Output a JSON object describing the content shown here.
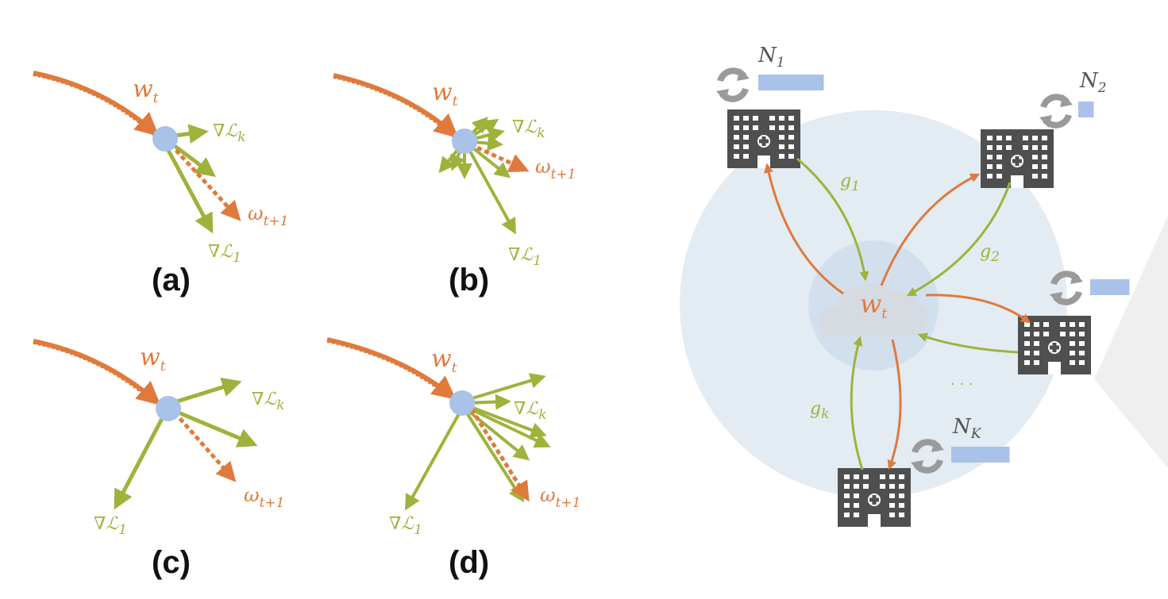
{
  "colors": {
    "orange": "#e07a3c",
    "green": "#9fb23b",
    "node": "#a8c2e8",
    "hospital": "#4f4f4f",
    "sync_icon": "#9a9a9a",
    "data_bar": "#a8c2e8",
    "outer_circle": "#e3ebf3",
    "inner_circle": "#d2e0ee",
    "cloud": "#d6dbe1",
    "shadow": "#efefef"
  },
  "panels": [
    {
      "label": "(a)",
      "w": "w",
      "w_sub": "t",
      "gk": "∇ℒ",
      "gk_sub": "k",
      "g1": "∇ℒ",
      "g1_sub": "1",
      "omega": "ω",
      "omega_sub": "t+1"
    },
    {
      "label": "(b)",
      "w": "w",
      "w_sub": "t",
      "gk": "∇ℒ",
      "gk_sub": "k",
      "g1": "∇ℒ",
      "g1_sub": "1",
      "omega": "ω",
      "omega_sub": "t+1"
    },
    {
      "label": "(c)",
      "w": "w",
      "w_sub": "t",
      "gk": "∇ℒ",
      "gk_sub": "k",
      "g1": "∇ℒ",
      "g1_sub": "1",
      "omega": "ω",
      "omega_sub": "t+1"
    },
    {
      "label": "(d)",
      "w": "w",
      "w_sub": "t",
      "gk": "∇ℒ",
      "gk_sub": "k",
      "g1": "∇ℒ",
      "g1_sub": "1",
      "omega": "ω",
      "omega_sub": "t+1"
    }
  ],
  "federated": {
    "server": {
      "w": "w",
      "w_sub": "t"
    },
    "nodes": [
      {
        "name": "N",
        "sub": "1",
        "grad": "g",
        "grad_sub": "1",
        "data_fraction": 0.55
      },
      {
        "name": "N",
        "sub": "2",
        "grad": "g",
        "grad_sub": "2",
        "data_fraction": 0.13
      },
      {
        "name": "",
        "sub": "",
        "grad": "",
        "grad_sub": "",
        "data_fraction": 0.33
      },
      {
        "name": "N",
        "sub": "K",
        "grad": "g",
        "grad_sub": "k",
        "data_fraction": 0.49
      }
    ],
    "ellipsis": "· · ·"
  }
}
